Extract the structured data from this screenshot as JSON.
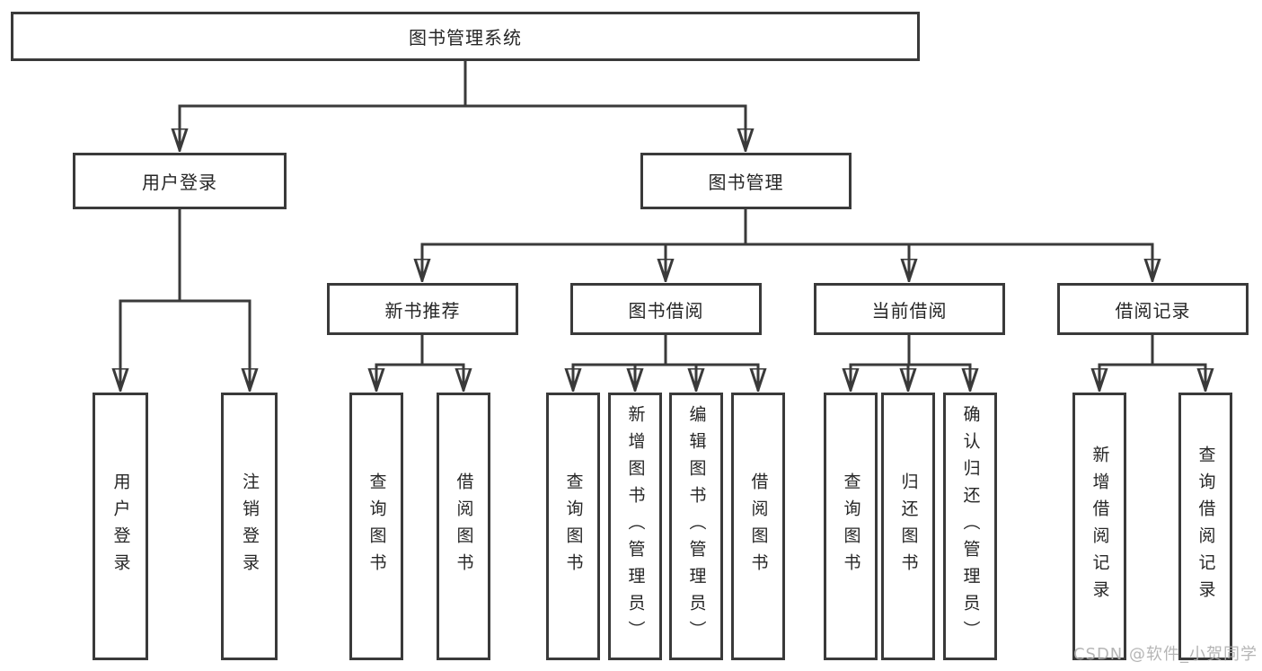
{
  "tree": {
    "label": "图书管理系统",
    "children": [
      {
        "label": "用户登录",
        "children": [
          {
            "label": "用户登录"
          },
          {
            "label": "注销登录"
          }
        ]
      },
      {
        "label": "图书管理",
        "children": [
          {
            "label": "新书推荐",
            "children": [
              {
                "label": "查询图书"
              },
              {
                "label": "借阅图书"
              }
            ]
          },
          {
            "label": "图书借阅",
            "children": [
              {
                "label": "查询图书"
              },
              {
                "label": "新增图书（管理员）"
              },
              {
                "label": "编辑图书（管理员）"
              },
              {
                "label": "借阅图书"
              }
            ]
          },
          {
            "label": "当前借阅",
            "children": [
              {
                "label": "查询图书"
              },
              {
                "label": "归还图书"
              },
              {
                "label": "确认归还（管理员）"
              }
            ]
          },
          {
            "label": "借阅记录",
            "children": [
              {
                "label": "新增借阅记录"
              },
              {
                "label": "查询借阅记录"
              }
            ]
          }
        ]
      }
    ]
  },
  "watermark": {
    "text": "CSDN @软件_小贺同学"
  },
  "colors": {
    "line": "#3a3a3a",
    "text": "#262626",
    "background": "#ffffff",
    "watermark": "#aeaeae"
  }
}
